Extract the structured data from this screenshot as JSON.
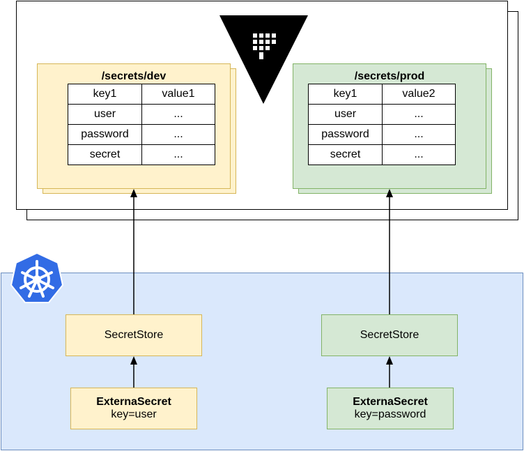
{
  "vault": {
    "dev": {
      "path": "/secrets/dev",
      "rows": [
        {
          "key": "key1",
          "value": "value1"
        },
        {
          "key": "user",
          "value": "..."
        },
        {
          "key": "password",
          "value": "..."
        },
        {
          "key": "secret",
          "value": "..."
        }
      ]
    },
    "prod": {
      "path": "/secrets/prod",
      "rows": [
        {
          "key": "key1",
          "value": "value2"
        },
        {
          "key": "user",
          "value": "..."
        },
        {
          "key": "password",
          "value": "..."
        },
        {
          "key": "secret",
          "value": "..."
        }
      ]
    }
  },
  "kubernetes": {
    "left": {
      "store_label": "SecretStore",
      "external_title": "ExternaSecret",
      "external_sub": "key=user"
    },
    "right": {
      "store_label": "SecretStore",
      "external_title": "ExternaSecret",
      "external_sub": "key=password"
    }
  },
  "icons": {
    "vault": "vault-logo-icon",
    "kubernetes": "kubernetes-logo-icon"
  },
  "colors": {
    "dev_fill": "#fff2cc",
    "dev_stroke": "#d6b656",
    "prod_fill": "#d5e8d4",
    "prod_stroke": "#82b366",
    "k8s_fill": "#dae8fc",
    "k8s_stroke": "#6c8ebf",
    "k8s_logo": "#326ce5"
  }
}
